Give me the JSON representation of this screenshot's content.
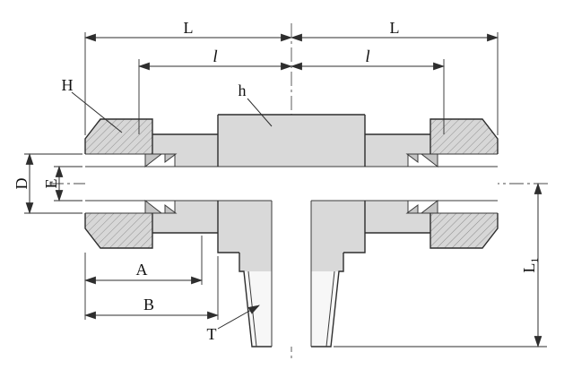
{
  "drawing": {
    "type": "technical-drawing",
    "subject": "male-branch-tee-tube-fitting-cross-section",
    "labels": {
      "dim_L_left": "L",
      "dim_L_right": "L",
      "dim_l_left": "l",
      "dim_l_right": "l",
      "dim_H": "H",
      "dim_h": "h",
      "dim_D": "D",
      "dim_E": "E",
      "dim_A": "A",
      "dim_B": "B",
      "dim_T": "T",
      "dim_L1": "L₁"
    },
    "colors": {
      "background": "#ffffff",
      "line": "#2e2e2e",
      "section_fill": "#d7d7d7",
      "body_fill": "#d9d9d9",
      "thread_fill": "#f7f7f7"
    }
  }
}
